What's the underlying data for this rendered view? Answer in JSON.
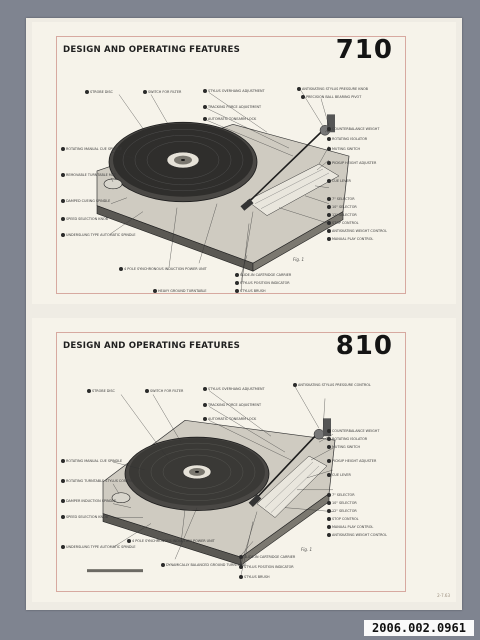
{
  "sheets": [
    {
      "title": "DESIGN AND OPERATING FEATURES",
      "model": "710",
      "figure": "Fig. 1",
      "labels_left": [
        "STROBE DISC",
        "SWITCH FOR FILTER",
        "ROTATING MANUAL CUE SPINDLE",
        "REMOVABLE TURNTABLE MAT",
        "DAMPED CUEING SPINDLE",
        "SPEED SELECTION KNOB",
        "UNDERSLUNG TYPE AUTOMATIC SPINDLE",
        "4 POLE SYNCHRONOUS INDUCTION POWER UNIT"
      ],
      "labels_top": [
        "STYLUS OVERHANG ADJUSTMENT",
        "TRACKING FORCE ADJUSTMENT",
        "AUTOMATIC TONEARM LOCK"
      ],
      "labels_right": [
        "ANTISKATING STYLUS PRESSURE KNOB",
        "PRECISION BALL BEARING PIVOT",
        "COUNTERBALANCE WEIGHT",
        "ROTATING ISOLATOR",
        "MUTING SWITCH",
        "PICKUP HEIGHT ADJUSTER",
        "CUE LEVER",
        "7\" SELECTOR",
        "10\" SELECTOR",
        "12\" SELECTOR",
        "STOP CONTROL",
        "ANTISKATING WEIGHT CONTROL",
        "MANUAL PLAY CONTROL"
      ],
      "labels_bottom": [
        "HEAVY GROUND TURNTABLE",
        "SLIDE-IN CARTRIDGE CARRIER",
        "STYLUS POSITION INDICATOR",
        "STYLUS BRUSH"
      ]
    },
    {
      "title": "DESIGN AND OPERATING FEATURES",
      "model": "810",
      "figure": "Fig. 1",
      "labels_left": [
        "STROBE DISC",
        "SWITCH FOR FILTER",
        "ROTATING MANUAL CUE SPINDLE",
        "ROTATING TURNTABLE STYLUS CONTROL",
        "DAMPER INDUCTION SPINDLE",
        "SPEED SELECTION KNOB",
        "UNDERSLUNG TYPE AUTOMATIC SPINDLE",
        "4 POLE SYNCHRONOUS INDUCTION POWER UNIT"
      ],
      "labels_top": [
        "STYLUS OVERHANG ADJUSTMENT",
        "TRACKING FORCE ADJUSTMENT",
        "AUTOMATIC TONEARM LOCK"
      ],
      "labels_right": [
        "ANTISKATING STYLUS PRESSURE CONTROL",
        "COUNTERBALANCE WEIGHT",
        "ROTATING ISOLATOR",
        "MUTING SWITCH",
        "PICKUP HEIGHT ADJUSTER",
        "CUE LEVER",
        "7\" SELECTOR",
        "10\" SELECTOR",
        "12\" SELECTOR",
        "STOP CONTROL",
        "MANUAL PLAY CONTROL",
        "ANTISKATING WEIGHT CONTROL"
      ],
      "labels_bottom": [
        "DYNAMICALLY BALANCED GROUND TURNTABLE",
        "SLIDE-IN CARTRIDGE CARRIER",
        "STYLUS POSITION INDICATOR",
        "STYLUS BRUSH"
      ]
    }
  ],
  "accession_number": "2006.002.0961",
  "pencil_note": "2-7.63"
}
